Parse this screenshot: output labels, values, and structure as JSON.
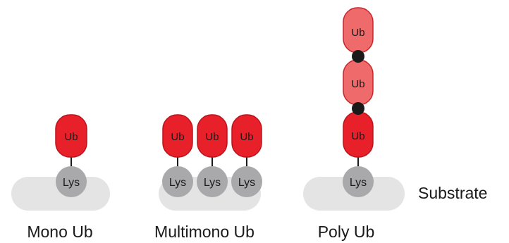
{
  "colors": {
    "substrate": "#e4e4e4",
    "ub_fill": "#e8202a",
    "ub_stroke": "#b8141c",
    "ub_light_fill": "#ef6a6a",
    "ub_light_stroke": "#c8242a",
    "lys_fill": "#a9a9ab",
    "linker": "#1a1a1a",
    "text": "#1a1a1a"
  },
  "labels": {
    "ub": "Ub",
    "lys": "Lys"
  },
  "panels": {
    "mono": {
      "caption": "Mono Ub"
    },
    "multimono": {
      "caption": "Multimono Ub"
    },
    "poly": {
      "caption": "Poly Ub"
    }
  },
  "substrate_label": "Substrate"
}
